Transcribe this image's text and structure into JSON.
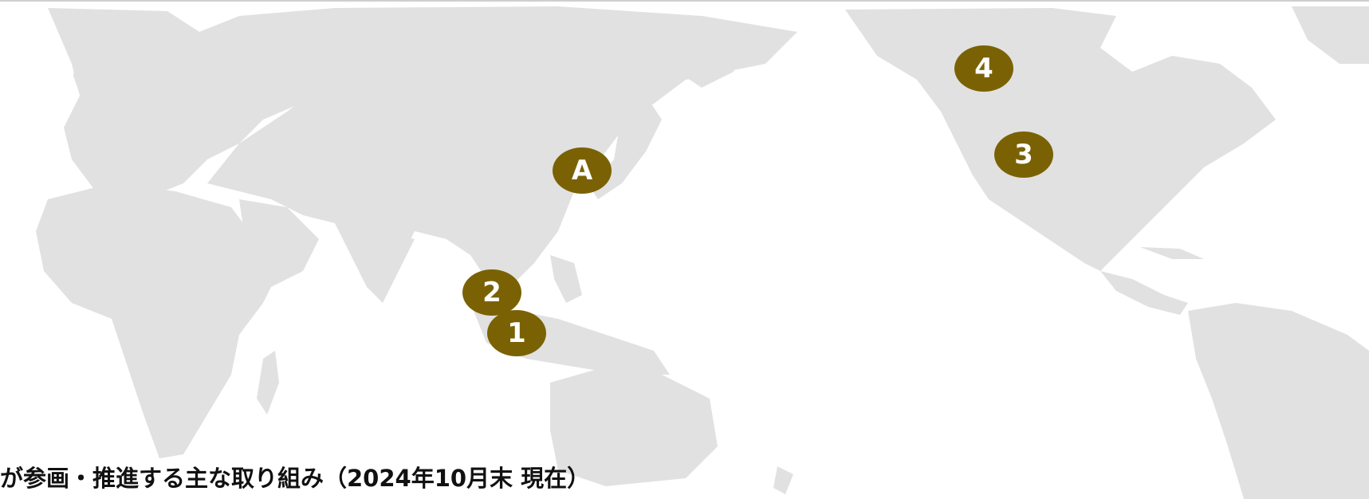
{
  "caption": "が参画・推進する主な取り組み（2024年10月末 現在）",
  "colors": {
    "land": "#e1e1e1",
    "marker": "#7a6204",
    "marker_text": "#ffffff",
    "background": "#ffffff"
  },
  "markers": [
    {
      "label": "A",
      "region": "Japan"
    },
    {
      "label": "1",
      "region": "Indonesia"
    },
    {
      "label": "2",
      "region": "Singapore / Malaysia"
    },
    {
      "label": "3",
      "region": "United States"
    },
    {
      "label": "4",
      "region": "Canada"
    }
  ]
}
